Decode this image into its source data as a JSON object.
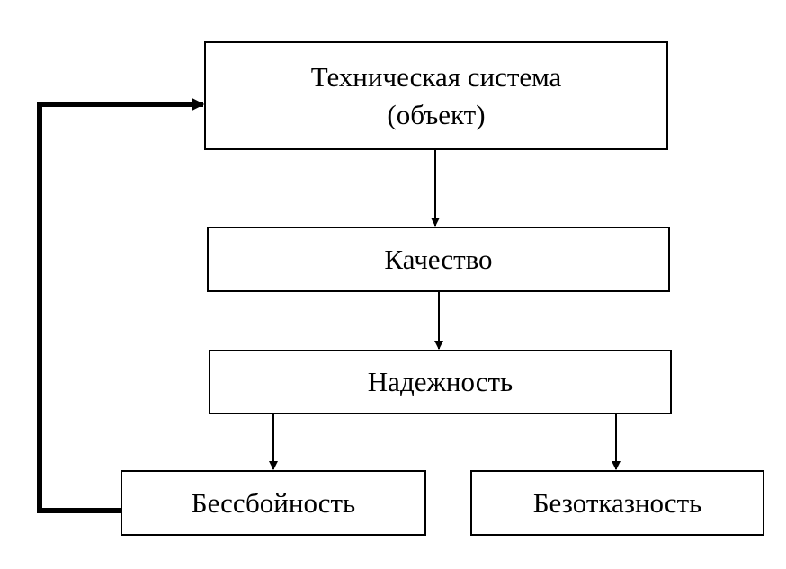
{
  "diagram": {
    "system": {
      "line1": "Техническая система",
      "line2": "(объект)"
    },
    "quality": "Качество",
    "reliability": "Надежность",
    "failure_free": "Бессбойность",
    "faultless": "Безотказность"
  },
  "colors": {
    "line": "#000000",
    "background": "#ffffff"
  }
}
